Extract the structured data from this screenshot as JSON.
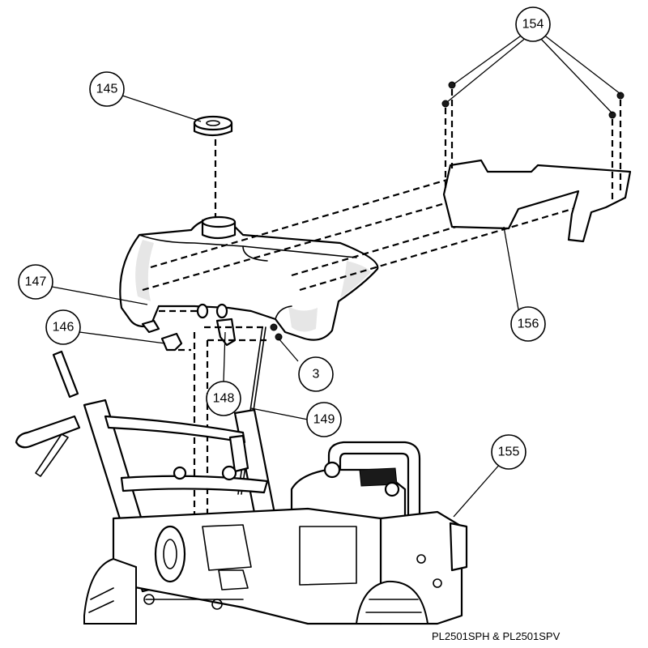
{
  "diagram": {
    "callouts": {
      "c145": "145",
      "c154": "154",
      "c147": "147",
      "c146": "146",
      "c3": "3",
      "c148": "148",
      "c149": "149",
      "c156": "156",
      "c155": "155"
    },
    "model_caption": "PL2501SPH & PL2501SPV"
  }
}
